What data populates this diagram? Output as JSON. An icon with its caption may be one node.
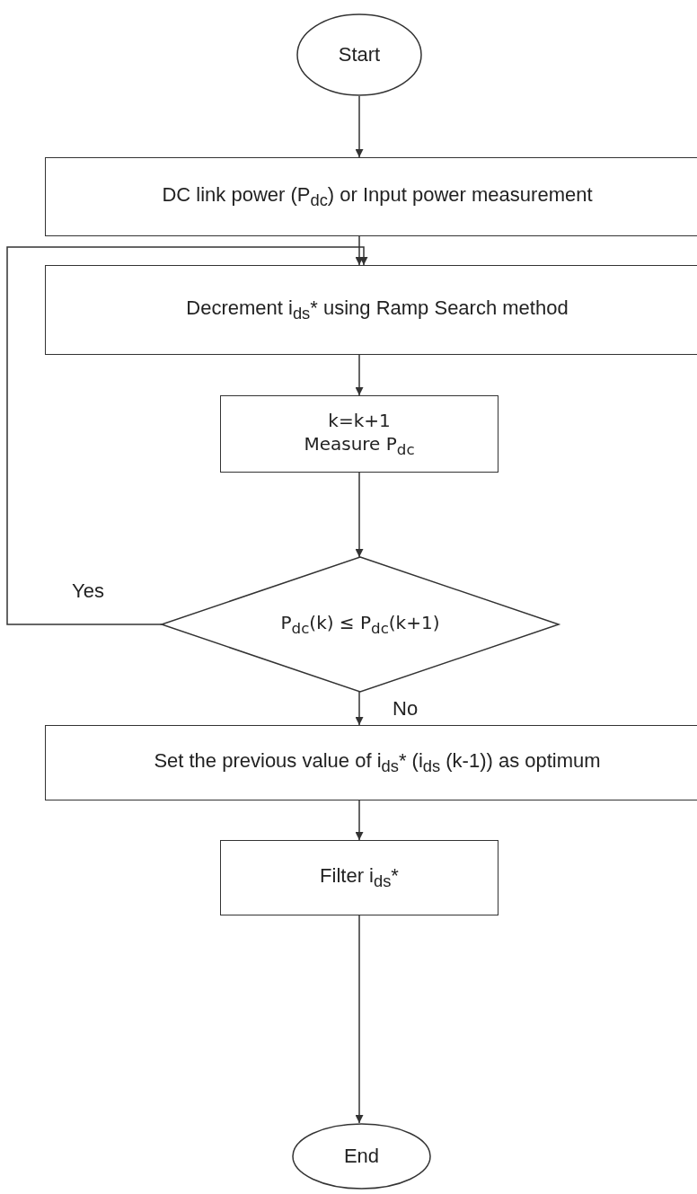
{
  "diagram": {
    "nodes": [
      {
        "text": [
          "Start"
        ]
      },
      {
        "text": [
          "DC link power (P$_{dc}$) or Input power measurement"
        ]
      },
      {
        "text": [
          "Decrement i$_{ds}$* using Ramp Search method"
        ]
      },
      {
        "text": [
          "k=k+1",
          "Measure P$_{dc}$"
        ]
      },
      {
        "text": [
          "P$_{dc}$(k) ≤  P$_{dc}$(k+1)"
        ]
      },
      {
        "text": [
          "Set the previous value of i$_{ds}$* (i$_{ds}$ (k-1)) as optimum"
        ]
      },
      {
        "text": [
          "Filter i$_{ds}$*"
        ]
      },
      {
        "text": [
          "End"
        ]
      }
    ],
    "edges": [
      {
        "from": 0,
        "to": 1,
        "arrow": "to"
      },
      {
        "from": 1,
        "to": 2,
        "arrow": "to"
      },
      {
        "from": 2,
        "to": 3,
        "arrow": "to"
      },
      {
        "from": 3,
        "to": 4,
        "arrow": "to"
      },
      {
        "from": 4,
        "to": 2,
        "arrow": "to",
        "label": "Yes"
      },
      {
        "from": 4,
        "to": 5,
        "arrow": "to",
        "label": "No"
      },
      {
        "from": 5,
        "to": 6,
        "arrow": "to"
      },
      {
        "from": 6,
        "to": 7,
        "arrow": "to"
      }
    ]
  }
}
